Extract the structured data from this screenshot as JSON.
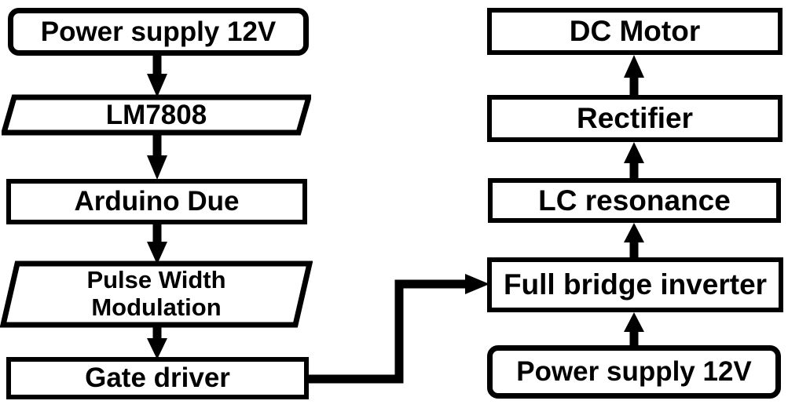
{
  "diagram": {
    "title": "System block diagram",
    "stroke_color": "#000000",
    "fill_color": "#ffffff",
    "text_color": "#000000",
    "columns": {
      "left": {
        "name": "control-chain",
        "nodes": [
          {
            "id": "power-supply-left",
            "label": "Power supply 12V",
            "shape": "rounded-rectangle"
          },
          {
            "id": "lm7808",
            "label": "LM7808",
            "shape": "parallelogram"
          },
          {
            "id": "arduino-due",
            "label": "Arduino Due",
            "shape": "rectangle"
          },
          {
            "id": "pwm",
            "label": "Pulse Width\nModulation",
            "shape": "parallelogram"
          },
          {
            "id": "gate-driver",
            "label": "Gate driver",
            "shape": "rectangle"
          }
        ]
      },
      "right": {
        "name": "power-chain",
        "nodes": [
          {
            "id": "dc-motor",
            "label": "DC Motor",
            "shape": "rectangle"
          },
          {
            "id": "rectifier",
            "label": "Rectifier",
            "shape": "rectangle"
          },
          {
            "id": "lc-resonance",
            "label": "LC resonance",
            "shape": "rectangle"
          },
          {
            "id": "full-bridge-inverter",
            "label": "Full bridge inverter",
            "shape": "rectangle"
          },
          {
            "id": "power-supply-right",
            "label": "Power supply 12V",
            "shape": "rounded-rectangle"
          }
        ]
      }
    },
    "edges": [
      {
        "from": "power-supply-left",
        "to": "lm7808",
        "direction": "down",
        "style": "straight-arrow"
      },
      {
        "from": "lm7808",
        "to": "arduino-due",
        "direction": "down",
        "style": "straight-arrow"
      },
      {
        "from": "arduino-due",
        "to": "pwm",
        "direction": "down",
        "style": "straight-arrow"
      },
      {
        "from": "pwm",
        "to": "gate-driver",
        "direction": "down",
        "style": "straight-arrow"
      },
      {
        "from": "gate-driver",
        "to": "full-bridge-inverter",
        "direction": "right",
        "style": "elbow-arrow"
      },
      {
        "from": "power-supply-right",
        "to": "full-bridge-inverter",
        "direction": "up",
        "style": "straight-arrow"
      },
      {
        "from": "full-bridge-inverter",
        "to": "lc-resonance",
        "direction": "up",
        "style": "straight-arrow"
      },
      {
        "from": "lc-resonance",
        "to": "rectifier",
        "direction": "up",
        "style": "straight-arrow"
      },
      {
        "from": "rectifier",
        "to": "dc-motor",
        "direction": "up",
        "style": "straight-arrow"
      }
    ]
  }
}
